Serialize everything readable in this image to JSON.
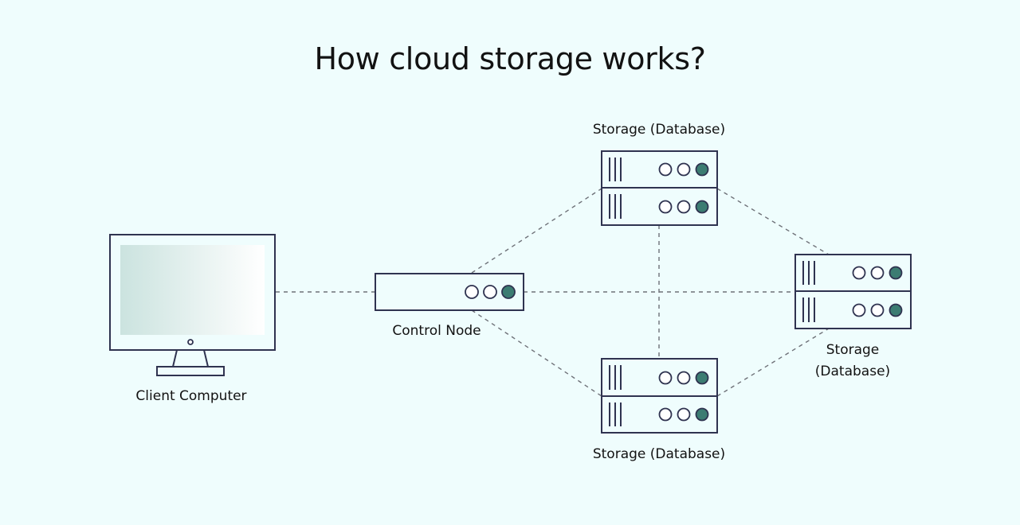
{
  "title": "How cloud storage works?",
  "nodes": {
    "client": {
      "label": "Client Computer"
    },
    "control": {
      "label": "Control Node"
    },
    "storage_top": {
      "label": "Storage (Database)"
    },
    "storage_bottom": {
      "label": "Storage (Database)"
    },
    "storage_right": {
      "label_line1": "Storage",
      "label_line2": "(Database)"
    }
  },
  "colors": {
    "background": "#effdfd",
    "outline": "#2f3350",
    "active_led": "#3c7c72",
    "connection": "#6e7178",
    "screen_gradient_start": "#cbe3df"
  },
  "connections": [
    {
      "from": "client",
      "to": "control"
    },
    {
      "from": "control",
      "to": "storage_top"
    },
    {
      "from": "control",
      "to": "storage_bottom"
    },
    {
      "from": "control",
      "to": "storage_right"
    },
    {
      "from": "storage_top",
      "to": "storage_bottom"
    },
    {
      "from": "storage_top",
      "to": "storage_right"
    },
    {
      "from": "storage_bottom",
      "to": "storage_right"
    }
  ]
}
